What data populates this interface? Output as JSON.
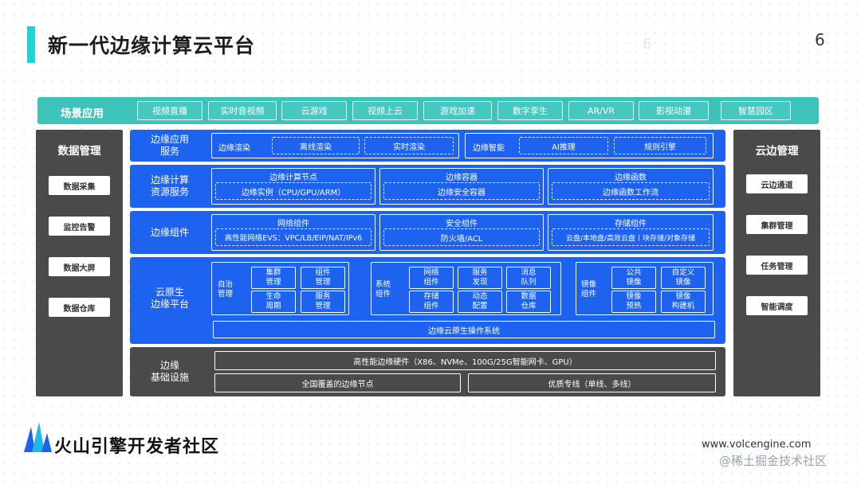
{
  "header": {
    "title": "新一代边缘计算云平台",
    "page_number": "6",
    "ghost_number": "6"
  },
  "scenes": {
    "label": "场景应用",
    "items": [
      "视频直播",
      "实时音视频",
      "云游戏",
      "视频上云",
      "游戏加速",
      "数字孪生",
      "AR/VR",
      "影视动漫",
      "智慧园区"
    ]
  },
  "left_panel": {
    "title": "数据管理",
    "items": [
      "数据采集",
      "监控告警",
      "数据大屏",
      "数据仓库"
    ]
  },
  "right_panel": {
    "title": "云边管理",
    "items": [
      "云边通道",
      "集群管理",
      "任务管理",
      "智能调度"
    ]
  },
  "edge_app": {
    "label_1": "边缘应用",
    "label_2": "服务",
    "render": {
      "title": "边缘渲染",
      "items": [
        "离线渲染",
        "实时渲染"
      ]
    },
    "ai": {
      "title": "边缘智能",
      "items": [
        "AI推理",
        "规则引擎"
      ]
    }
  },
  "edge_compute": {
    "label_1": "边缘计算",
    "label_2": "资源服务",
    "groups": [
      {
        "title": "边缘计算节点",
        "content": "边缘实例（CPU/GPU/ARM）"
      },
      {
        "title": "边缘容器",
        "content": "边缘安全容器"
      },
      {
        "title": "边缘函数",
        "content": "边缘函数工作流"
      }
    ]
  },
  "edge_components": {
    "label": "边缘组件",
    "groups": [
      {
        "title": "网络组件",
        "content": "高性能网络EVS：VPC/LB/EIP/NAT/IPv6"
      },
      {
        "title": "安全组件",
        "content": "防火墙/ACL"
      },
      {
        "title": "存储组件",
        "content": "云盘/本地盘/高效云盘丨块存储/对象存储"
      }
    ]
  },
  "cloud_native": {
    "label_1": "云原生",
    "label_2": "边缘平台",
    "autonomy": {
      "label_1": "自治",
      "label_2": "管理",
      "cells": [
        [
          "集群",
          "管理"
        ],
        [
          "组件",
          "管理"
        ],
        [
          "生命",
          "周期"
        ],
        [
          "服务",
          "管理"
        ]
      ]
    },
    "system": {
      "label_1": "系统",
      "label_2": "组件",
      "cells": [
        [
          "网络",
          "组件"
        ],
        [
          "服务",
          "发现"
        ],
        [
          "消息",
          "队列"
        ],
        [
          "存储",
          "组件"
        ],
        [
          "动态",
          "配置"
        ],
        [
          "数据",
          "仓库"
        ]
      ]
    },
    "image": {
      "label_1": "镜像",
      "label_2": "组件",
      "cells": [
        [
          "公共",
          "镜像"
        ],
        [
          "自定义",
          "镜像"
        ],
        [
          "镜像",
          "预热"
        ],
        [
          "镜像",
          "构建机"
        ]
      ]
    },
    "os": "边缘云原生操作系统"
  },
  "infra": {
    "label_1": "边缘",
    "label_2": "基础设施",
    "hardware": "高性能边缘硬件（X86、NVMe、100G/25G智能网卡、GPU）",
    "nodes": "全国覆盖的边缘节点",
    "network": "优质专线（单线、多线）"
  },
  "footer": {
    "brand": "火山引擎开发者社区",
    "url": "www.volcengine.com",
    "watermark": "@稀土掘金技术社区"
  },
  "colors": {
    "accent": "#1fd4d4",
    "teal": "#3ec3bb",
    "blue": "#1d63f0",
    "dark": "#4a4a4a"
  }
}
